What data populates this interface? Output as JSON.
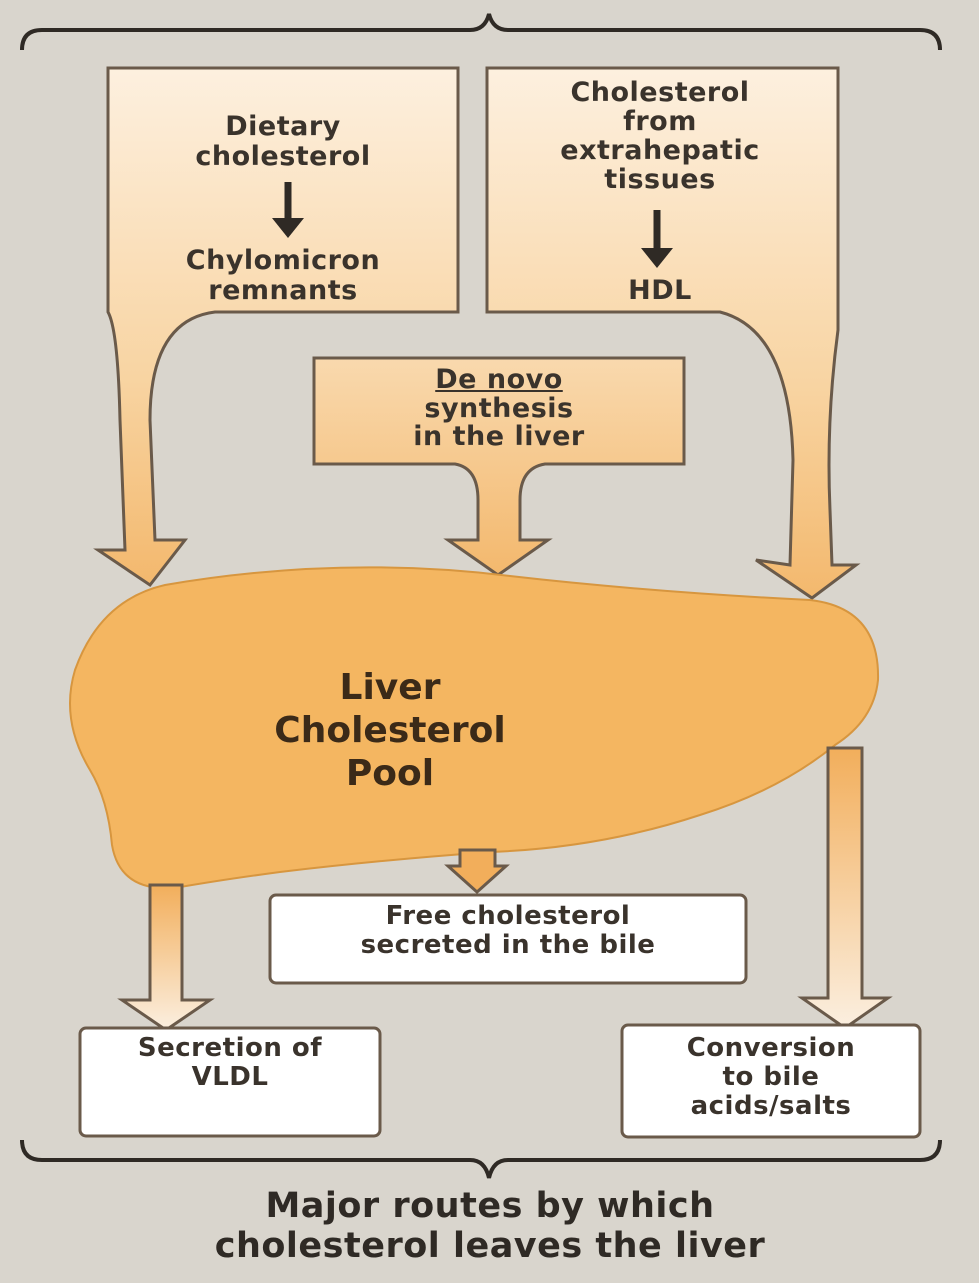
{
  "colors": {
    "background": "#d9d5cd",
    "orange_light": "#fbe7cf",
    "orange_mid": "#f6c686",
    "orange_dark": "#f2ae5b",
    "liver_fill": "#f4b661",
    "outline": "#6a5a4a",
    "output_box": "#ffffff"
  },
  "sources": {
    "dietary": {
      "top": "Dietary",
      "top2": "cholesterol",
      "bottom": "Chylomicron",
      "bottom2": "remnants",
      "arrow_icon": "down-arrow-icon"
    },
    "extrahepatic": {
      "l1": "Cholesterol",
      "l2": "from",
      "l3": "extrahepatic",
      "l4": "tissues",
      "bottom": "HDL",
      "arrow_icon": "down-arrow-icon"
    },
    "denovo": {
      "l1": "De novo",
      "l2": "synthesis",
      "l3": "in the liver"
    }
  },
  "liver": {
    "l1": "Liver",
    "l2": "Cholesterol",
    "l3": "Pool"
  },
  "outputs": {
    "bile_free": {
      "l1": "Free cholesterol",
      "l2": "secreted in the bile"
    },
    "vldl": {
      "l1": "Secretion of",
      "l2": "VLDL"
    },
    "bile_acids": {
      "l1": "Conversion",
      "l2": "to bile",
      "l3": "acids/salts"
    }
  },
  "caption": {
    "l1": "Major routes by which",
    "l2": "cholesterol leaves the liver"
  }
}
